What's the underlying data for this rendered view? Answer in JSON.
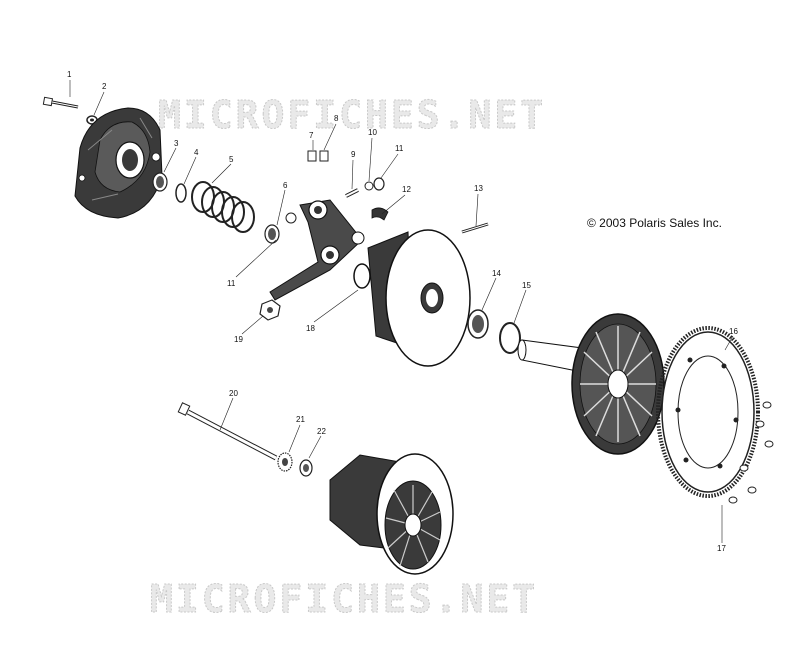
{
  "watermark": {
    "top": "MICROFICHES.NET",
    "bottom": "MICROFICHES.NET"
  },
  "copyright": "© 2003 Polaris Sales Inc.",
  "callouts": {
    "c1": "1",
    "c2": "2",
    "c3": "3",
    "c4": "4",
    "c5": "5",
    "c6": "6",
    "c7": "7",
    "c8": "8",
    "c9": "9",
    "c10": "10",
    "c11a": "11",
    "c11b": "11",
    "c12": "12",
    "c13": "13",
    "c14": "14",
    "c15": "15",
    "c16": "16",
    "c17": "17",
    "c18": "18",
    "c19": "19",
    "c20": "20",
    "c21": "21",
    "c22": "22"
  },
  "colors": {
    "ink": "#222222",
    "part_dark": "#3a3a3a",
    "part_light": "#ffffff",
    "watermark": "#c9c9c9"
  }
}
